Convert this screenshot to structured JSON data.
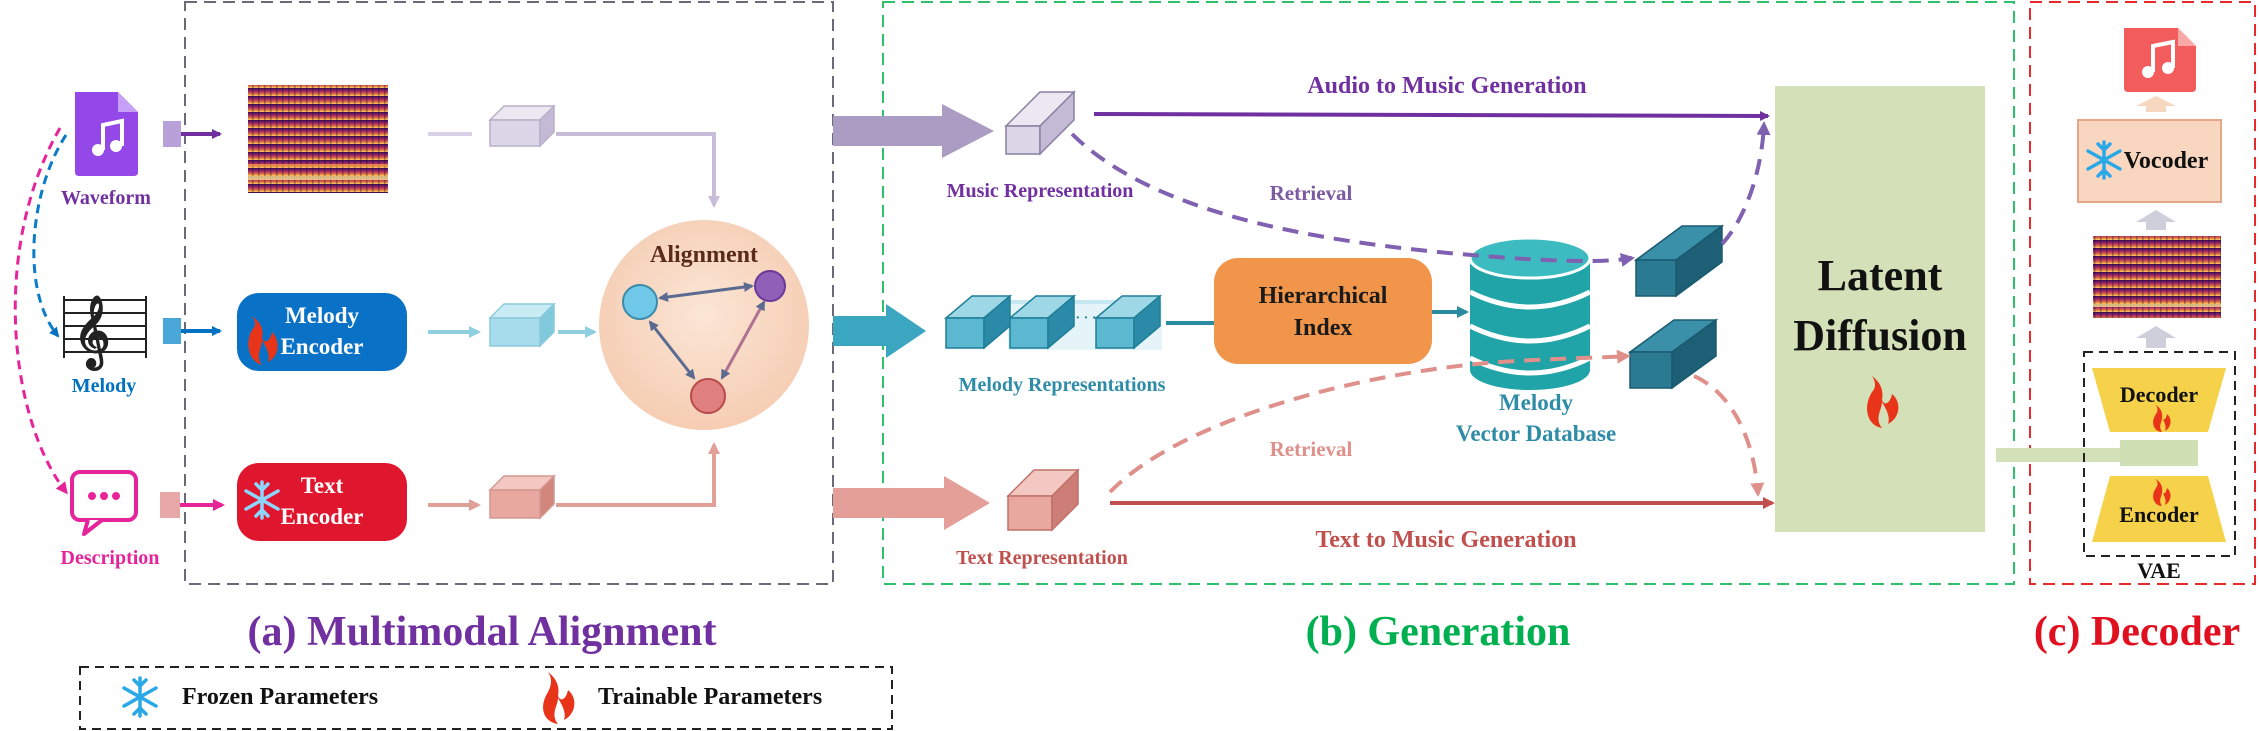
{
  "inputs": {
    "waveform": "Waveform",
    "melody": "Melody",
    "description": "Description"
  },
  "alignment": {
    "melody_encoder": [
      "Melody",
      "Encoder"
    ],
    "text_encoder": [
      "Text",
      "Encoder"
    ],
    "alignment_title": "Alignment"
  },
  "generation": {
    "audio_to_music": "Audio to Music Generation",
    "text_to_music": "Text to Music Generation",
    "music_representation": "Music Representation",
    "melody_representations": "Melody Representations",
    "text_representation": "Text Representation",
    "retrieval_top": "Retrieval",
    "retrieval_bottom": "Retrieval",
    "hierarchical_index": [
      "Hierarchical",
      "Index"
    ],
    "database": [
      "Melody",
      "Vector Database"
    ],
    "latent_diffusion": [
      "Latent",
      "Diffusion"
    ],
    "ellipsis": "· · ·"
  },
  "decoder": {
    "vocoder": "Vocoder",
    "vae_decoder": "Decoder",
    "vae_encoder": "Encoder",
    "vae": "VAE"
  },
  "sections": {
    "a": "(a) Multimodal Alignment",
    "b": "(b) Generation",
    "c": "(c) Decoder"
  },
  "legend": {
    "frozen": "Frozen Parameters",
    "trainable": "Trainable Parameters"
  },
  "colors": {
    "purple": "#7030a0",
    "blue": "#0070c0",
    "magenta": "#e6249a",
    "teal": "#2e8ca8",
    "red": "#c0504d",
    "green": "#00b050",
    "section_red": "#e01020"
  }
}
